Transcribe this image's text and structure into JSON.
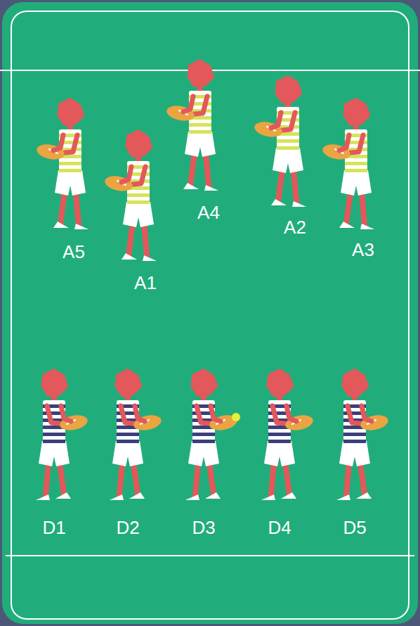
{
  "diagram": {
    "labels": [
      "A5",
      "A1",
      "A4",
      "A2",
      "A3",
      "D1",
      "D2",
      "D3",
      "D4",
      "D5"
    ]
  }
}
